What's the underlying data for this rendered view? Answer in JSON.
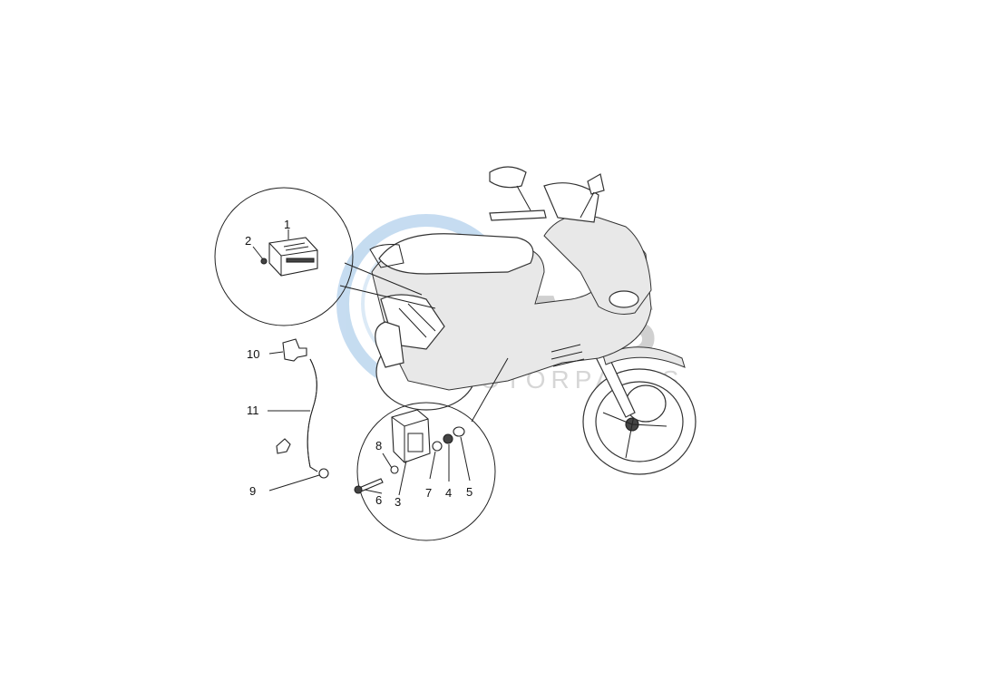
{
  "watermark": {
    "logo_text": "CMS",
    "sub_text": "MOTORPARTS",
    "colors": {
      "blue": "#bcd6ee",
      "grey": "#c8c8c8"
    }
  },
  "callouts": [
    {
      "id": "1",
      "label": "1"
    },
    {
      "id": "2",
      "label": "2"
    },
    {
      "id": "3",
      "label": "3"
    },
    {
      "id": "4",
      "label": "4"
    },
    {
      "id": "5",
      "label": "5"
    },
    {
      "id": "6",
      "label": "6"
    },
    {
      "id": "7",
      "label": "7"
    },
    {
      "id": "8",
      "label": "8"
    },
    {
      "id": "9",
      "label": "9"
    },
    {
      "id": "10",
      "label": "10"
    },
    {
      "id": "11",
      "label": "11"
    }
  ]
}
